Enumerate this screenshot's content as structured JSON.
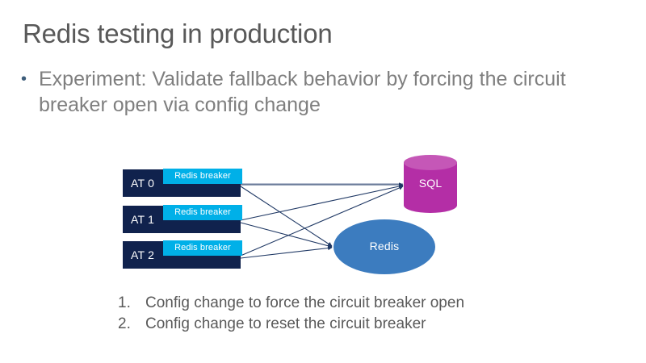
{
  "slide": {
    "title": "Redis testing in production",
    "bullets": [
      {
        "marker": "•",
        "text": "Experiment: Validate fallback behavior by forcing the circuit breaker open via config change"
      }
    ],
    "steps": [
      {
        "number": "1.",
        "text": "Config change to force the circuit breaker open"
      },
      {
        "number": "2.",
        "text": "Config change to reset the circuit breaker"
      }
    ]
  },
  "diagram": {
    "at_nodes": [
      {
        "label": "AT 0",
        "breaker_label": "Redis breaker"
      },
      {
        "label": "AT 1",
        "breaker_label": "Redis breaker"
      },
      {
        "label": "AT 2",
        "breaker_label": "Redis breaker"
      }
    ],
    "sql": {
      "label": "SQL"
    },
    "redis": {
      "label": "Redis"
    }
  },
  "colors": {
    "title_text": "#595959",
    "bullet_text": "#7f7f7f",
    "bullet_marker": "#3d5d7a",
    "at_node_fill": "#10224d",
    "breaker_fill": "#00b0e8",
    "sql_fill": "#b42ea6",
    "sql_top_fill": "#c557b7",
    "redis_fill": "#3c7cbf",
    "connector_stroke": "#1f3864",
    "background": "#ffffff"
  }
}
